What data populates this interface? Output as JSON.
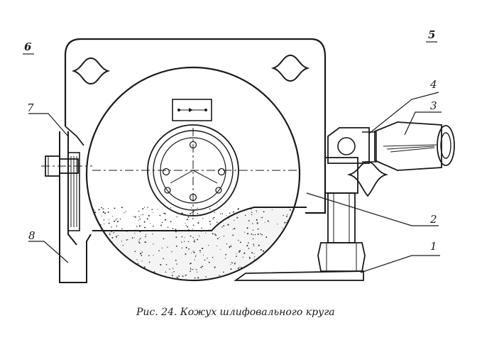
{
  "figure": {
    "caption": "Рис. 24. Кожух шлифовального круга",
    "callouts": {
      "n1": "1",
      "n2": "2",
      "n3": "3",
      "n4": "4",
      "n5": "5",
      "n6": "6",
      "n7": "7",
      "n8": "8"
    },
    "colors": {
      "ink": "#1a1a1a",
      "paper": "#ffffff"
    }
  }
}
